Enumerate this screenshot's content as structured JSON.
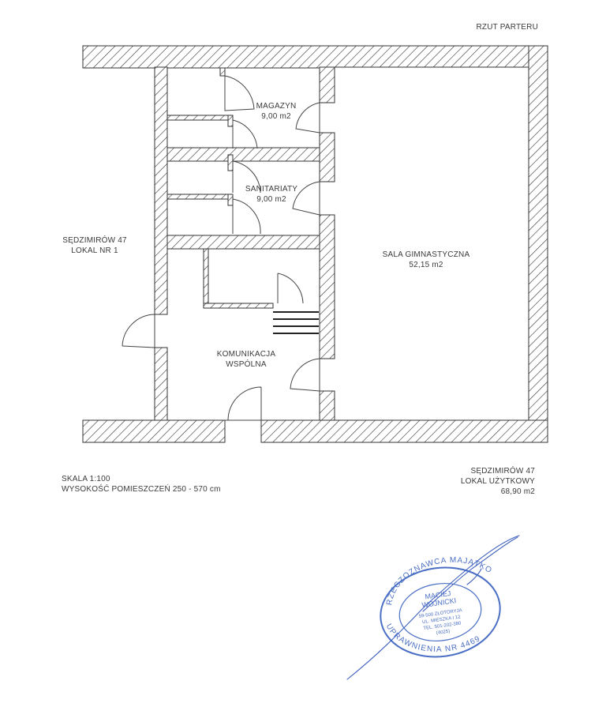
{
  "header": {
    "title": "RZUT PARTERU"
  },
  "rooms": {
    "magazyn": {
      "name": "MAGAZYN",
      "area": "9,00 m2"
    },
    "sanitariaty": {
      "name": "SANITARIATY",
      "area": "9,00 m2"
    },
    "sala": {
      "name": "SALA GIMNASTYCZNA",
      "area": "52,15 m2"
    },
    "komunikacja": {
      "line1": "KOMUNIKACJA",
      "line2": "WSPÓLNA"
    }
  },
  "neighbor_left": {
    "line1": "SĘDZIMIRÓW 47",
    "line2": "LOKAL NR 1"
  },
  "footer_left": {
    "scale": "SKALA 1:100",
    "height": "WYSOKOŚĆ POMIESZCZEŃ 250 - 570 cm"
  },
  "footer_right": {
    "line1": "SĘDZIMIRÓW 47",
    "line2": "LOKAL UŻYTKOWY",
    "line3": "68,90 m2"
  },
  "stamp": {
    "ring_top": "RZECZOZNAWCA MAJĄTKOWY",
    "ring_bottom": "UPRAWNIENIA NR 4469",
    "name1": "MACIEJ",
    "name2": "WOJNICKI",
    "addr1": "59-500 ZŁOTORYJA",
    "addr2": "UL. MIESZKA I 12",
    "addr3": "TEL. 501-202-380",
    "addr4": "(4025)"
  },
  "colors": {
    "wall": "#333333",
    "stamp": "#4a6fc4",
    "signature": "#3d5fc0"
  }
}
